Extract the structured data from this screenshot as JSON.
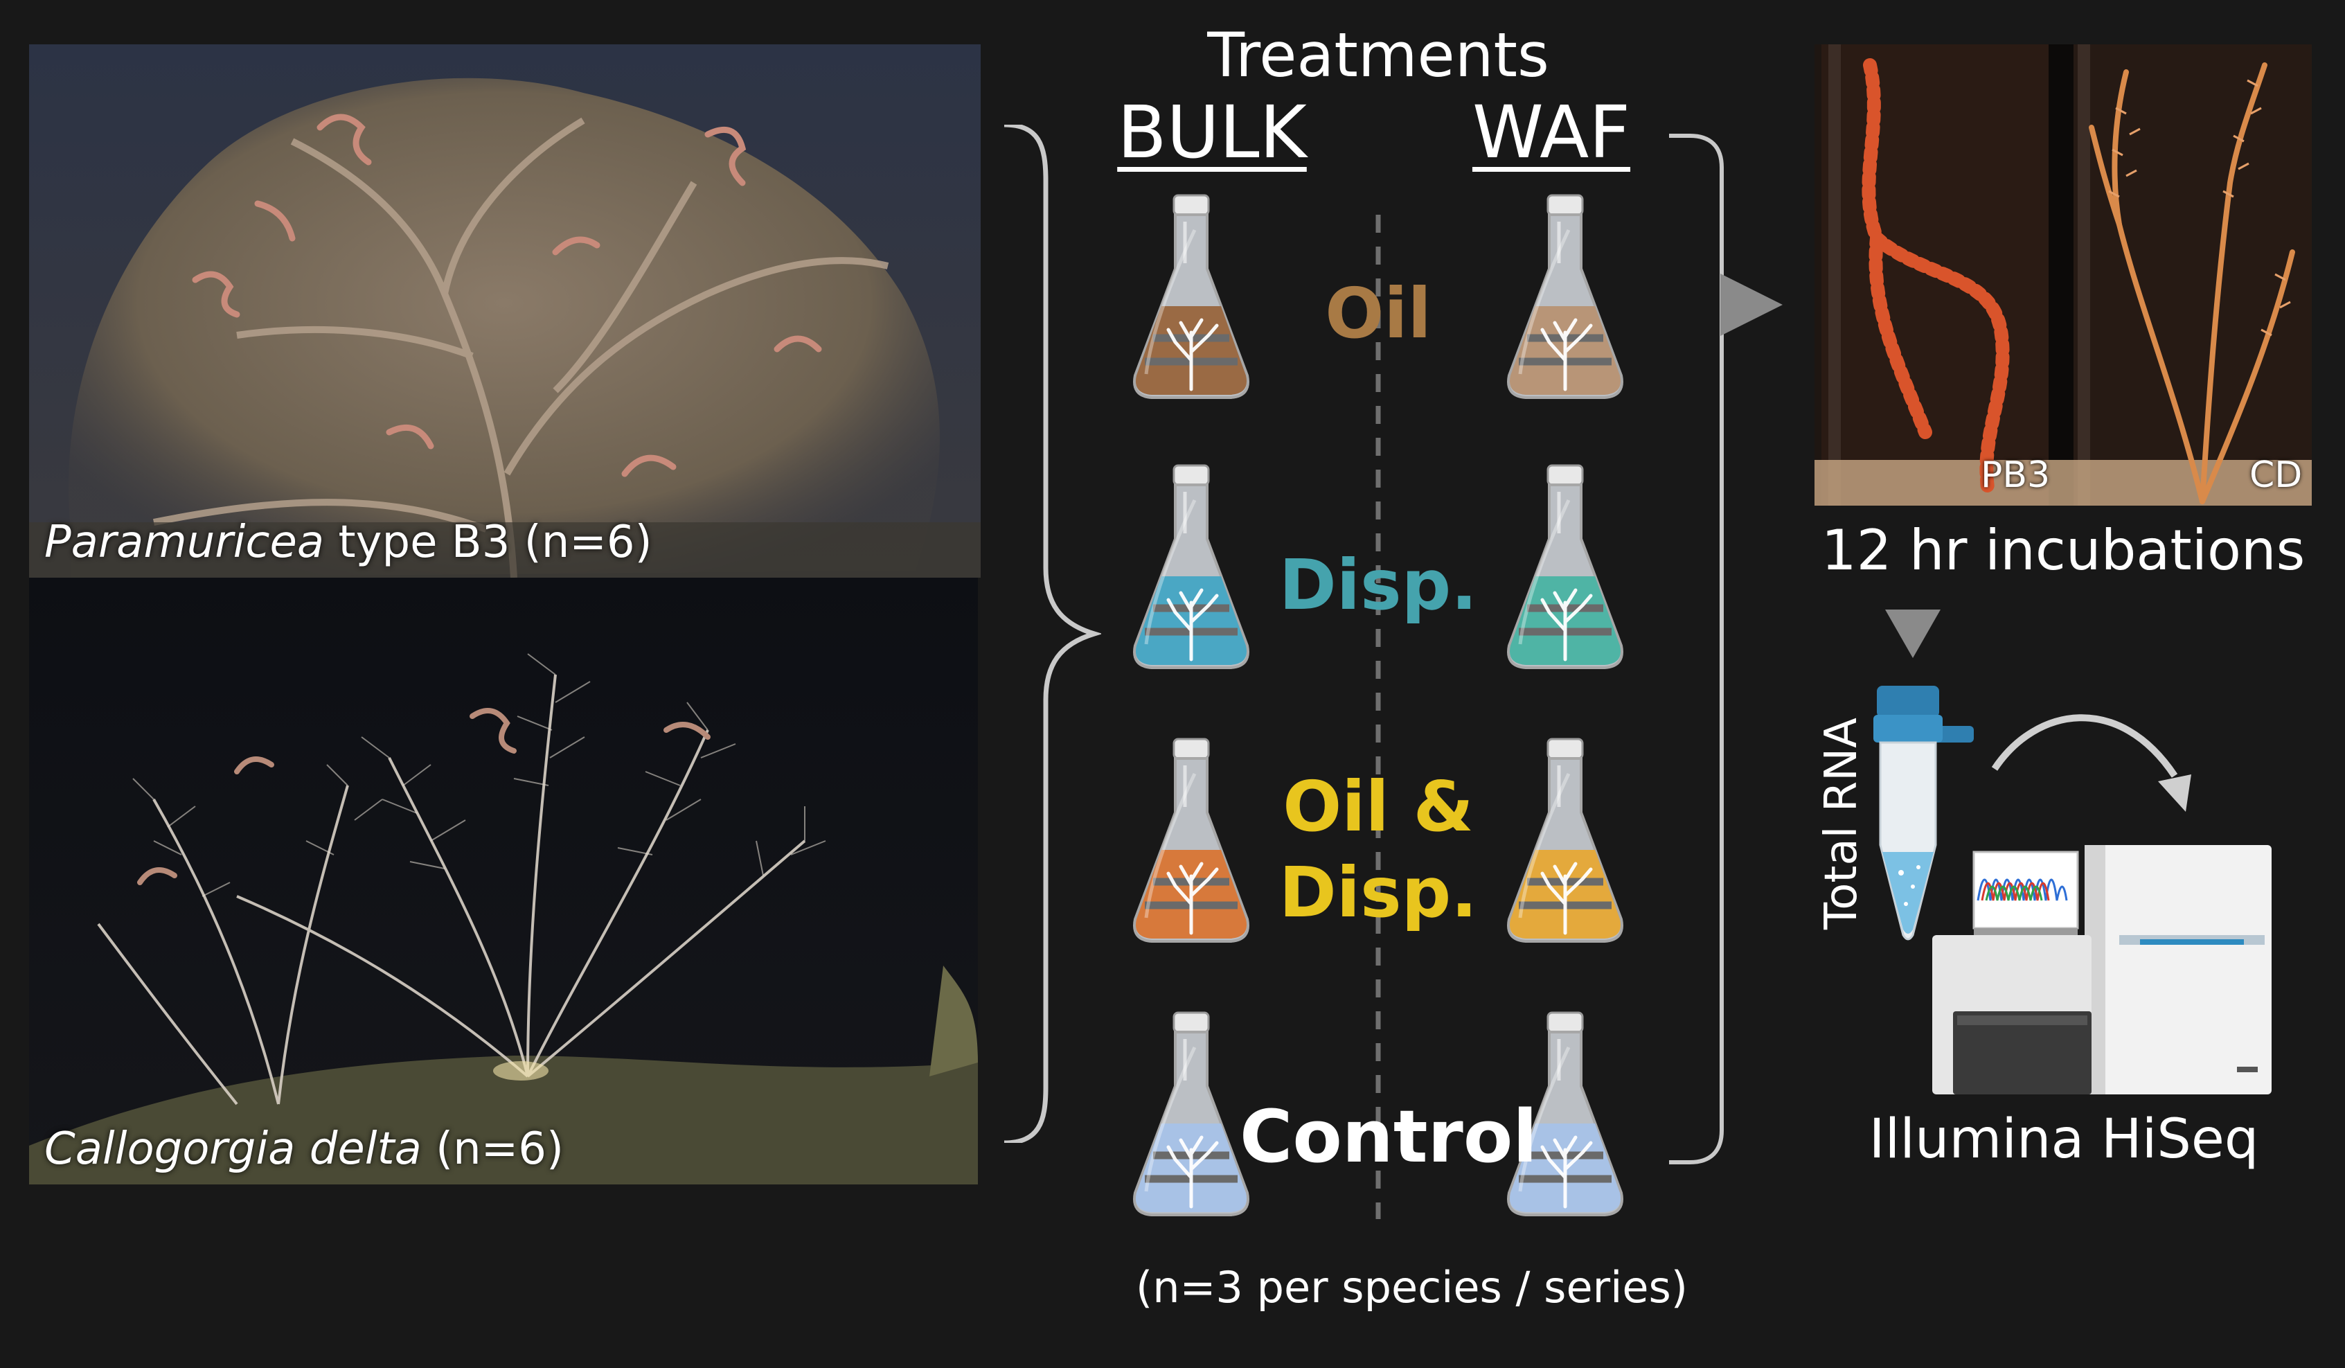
{
  "photos": {
    "paramuricea": {
      "genus": "Paramuricea",
      "rest": " type B3 (n=6)"
    },
    "callogorgia": {
      "genus": "Callogorgia delta",
      "rest": " (n=6)"
    }
  },
  "treatments_title": "Treatments",
  "series": {
    "bulk": "BULK",
    "waf": "WAF"
  },
  "treatments": [
    {
      "label": "Oil",
      "color": "#a87a45",
      "bulk_liquid": "#9a6a44",
      "waf_liquid": "#b89577"
    },
    {
      "label": "Disp.",
      "color": "#45a3ad",
      "bulk_liquid": "#4aa7c4",
      "waf_liquid": "#4fb4a5"
    },
    {
      "label_line1": "Oil &",
      "label_line2": "Disp.",
      "color": "#e8c51e",
      "bulk_liquid": "#d7793b",
      "waf_liquid": "#e4a93c"
    },
    {
      "label": "Control",
      "color": "#ffffff",
      "bulk_liquid": "#a8c2e6",
      "waf_liquid": "#a8c2e6"
    }
  ],
  "footnote": "(n=3 per species / series)",
  "incubation_photo_tags": {
    "left": "PB3",
    "right": "CD"
  },
  "incubation_label": "12 hr incubations",
  "tube_label": "Total RNA",
  "sequencer_label": "Illumina HiSeq"
}
